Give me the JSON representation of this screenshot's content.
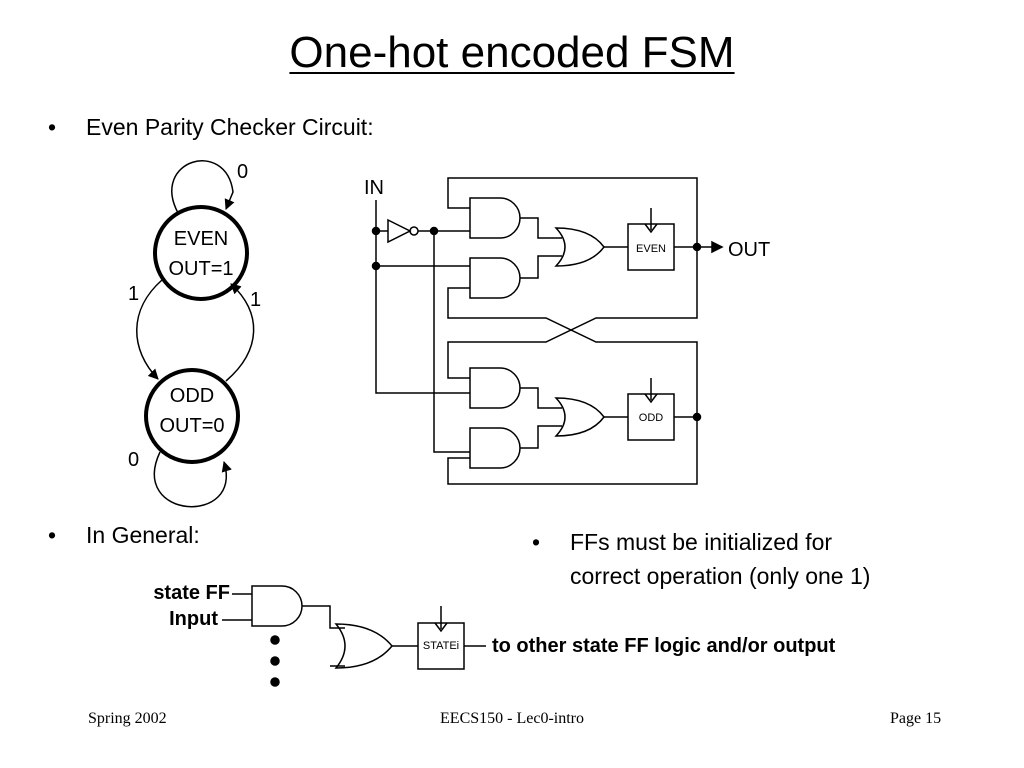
{
  "title": "One-hot encoded FSM",
  "bullets": {
    "b1": "Even Parity Checker Circuit:",
    "b2": "In General:",
    "b3_line1": "FFs must be initialized for",
    "b3_line2": "correct operation (only one 1)",
    "dot": "•"
  },
  "state_diagram": {
    "even_name": "EVEN",
    "even_out": "OUT=1",
    "odd_name": "ODD",
    "odd_out": "OUT=0",
    "loop_even": "0",
    "loop_odd": "0",
    "trans_even_odd": "1",
    "trans_odd_even": "1"
  },
  "circuit": {
    "in_label": "IN",
    "out_label": "OUT",
    "ff_even": "EVEN",
    "ff_odd": "ODD"
  },
  "general": {
    "state_ff": "state FF",
    "input": "Input",
    "ff_state": "STATEi",
    "output_text": "to other state FF logic and/or output"
  },
  "footer": {
    "left": "Spring 2002",
    "center": "EECS150 - Lec0-intro",
    "right": "Page 15"
  }
}
